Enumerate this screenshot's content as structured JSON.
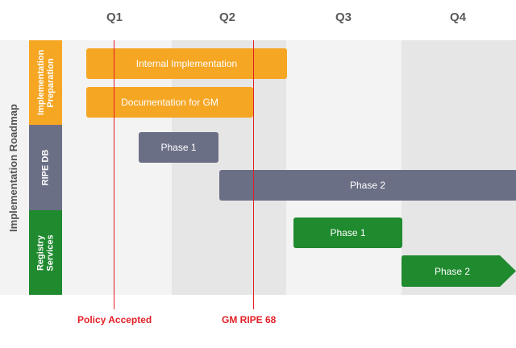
{
  "header": {
    "quarters": [
      {
        "label": "Q1"
      },
      {
        "label": "Q2"
      },
      {
        "label": "Q3"
      },
      {
        "label": "Q4"
      }
    ]
  },
  "title": "Implementation Roadmap",
  "rows": [
    {
      "label": "Implementation Preparation",
      "color": "#f5a623"
    },
    {
      "label": "RIPE DB",
      "color": "#6b6f86"
    },
    {
      "label": "Registry Services",
      "color": "#1f8a2e"
    }
  ],
  "tasks": {
    "internal_implementation": "Internal Implementation",
    "documentation_for_gm": "Documentation for GM",
    "ripe_db_phase1": "Phase 1",
    "ripe_db_phase2": "Phase 2",
    "registry_phase1": "Phase 1",
    "registry_phase2": "Phase 2"
  },
  "milestones": {
    "policy_accepted": "Policy Accepted",
    "gm_ripe_68": "GM RIPE 68"
  },
  "colors": {
    "orange": "#f5a623",
    "slate": "#6b6f86",
    "green": "#1f8a2e",
    "milestone_red": "#e21f26"
  }
}
